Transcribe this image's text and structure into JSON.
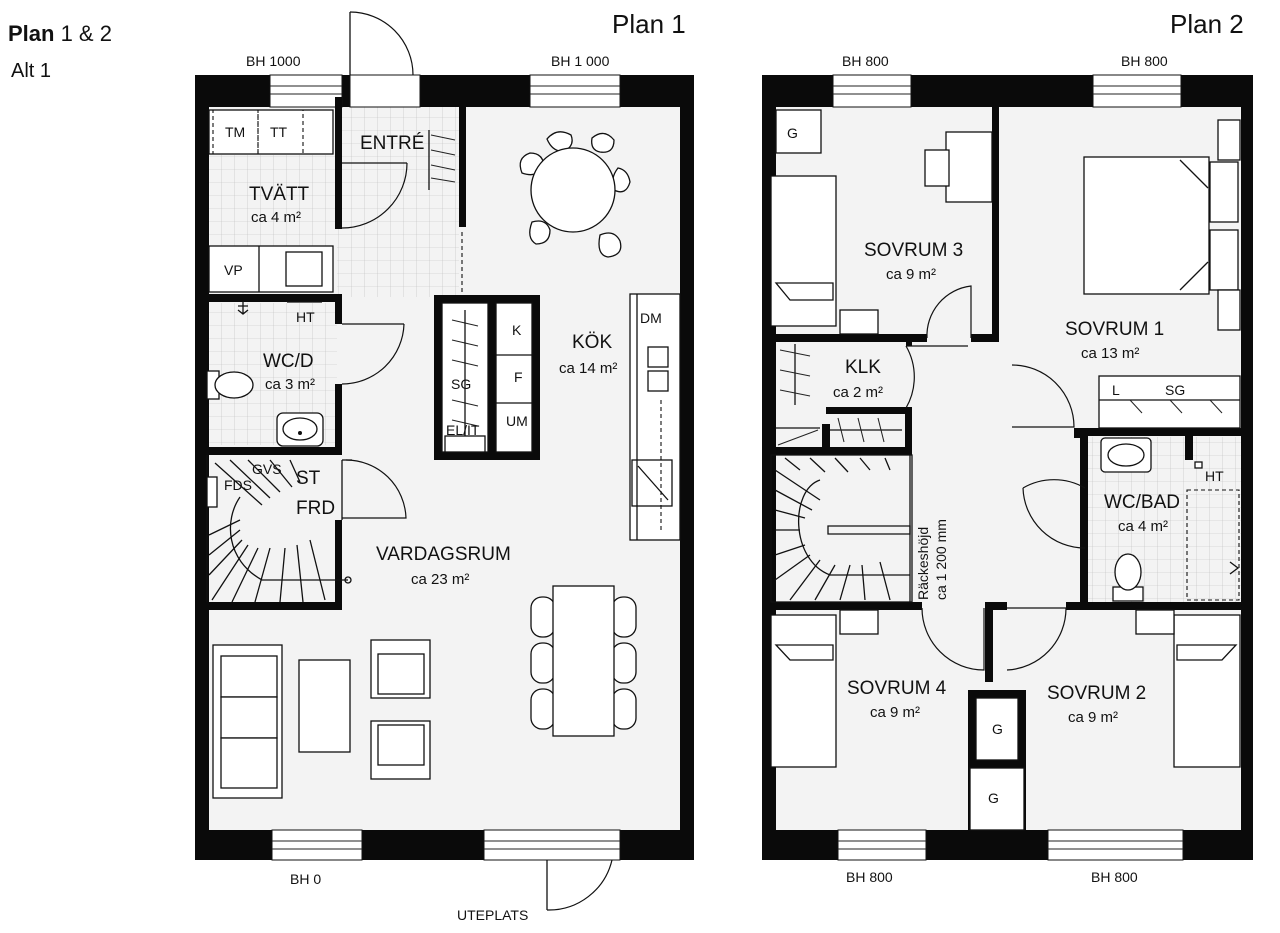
{
  "header": {
    "title_bold": "Plan",
    "title_rest": " 1 & 2",
    "subtitle": "Alt 1"
  },
  "plan1": {
    "heading": "Plan 1",
    "windows": {
      "top_left": "BH 1000",
      "top_right": "BH 1 000",
      "bottom": "BH 0"
    },
    "exterior": "UTEPLATS",
    "rooms": {
      "tvatt": {
        "name": "TVÄTT",
        "area": "ca 4 m²"
      },
      "entre": {
        "name": "ENTRÉ"
      },
      "wcd": {
        "name": "WC/D",
        "area": "ca 3 m²"
      },
      "kok": {
        "name": "KÖK",
        "area": "ca 14 m²"
      },
      "vardagsrum": {
        "name": "VARDAGSRUM",
        "area": "ca 23 m²"
      }
    },
    "fixtures": {
      "tm": "TM",
      "tt": "TT",
      "vp": "VP",
      "ht": "HT",
      "gvs": "GVS",
      "fds": "FDS",
      "st": "ST",
      "frd": "FRD",
      "sg": "SG",
      "elit": "EL/IT",
      "k": "K",
      "f": "F",
      "um": "UM",
      "dm": "DM"
    }
  },
  "plan2": {
    "heading": "Plan 2",
    "windows": {
      "top_left": "BH 800",
      "top_right": "BH 800",
      "bottom_left": "BH 800",
      "bottom_right": "BH 800"
    },
    "rooms": {
      "sovrum3": {
        "name": "SOVRUM 3",
        "area": "ca 9 m²"
      },
      "sovrum1": {
        "name": "SOVRUM 1",
        "area": "ca 13 m²"
      },
      "klk": {
        "name": "KLK",
        "area": "ca 2 m²"
      },
      "wcbad": {
        "name": "WC/BAD",
        "area": "ca 4 m²"
      },
      "sovrum4": {
        "name": "SOVRUM 4",
        "area": "ca 9 m²"
      },
      "sovrum2": {
        "name": "SOVRUM 2",
        "area": "ca 9 m²"
      }
    },
    "fixtures": {
      "g1": "G",
      "g2": "G",
      "g3": "G",
      "l": "L",
      "sg": "SG",
      "ht": "HT"
    },
    "railing_line1": "Räckeshöjd",
    "railing_line2": "ca 1 200 mm"
  }
}
